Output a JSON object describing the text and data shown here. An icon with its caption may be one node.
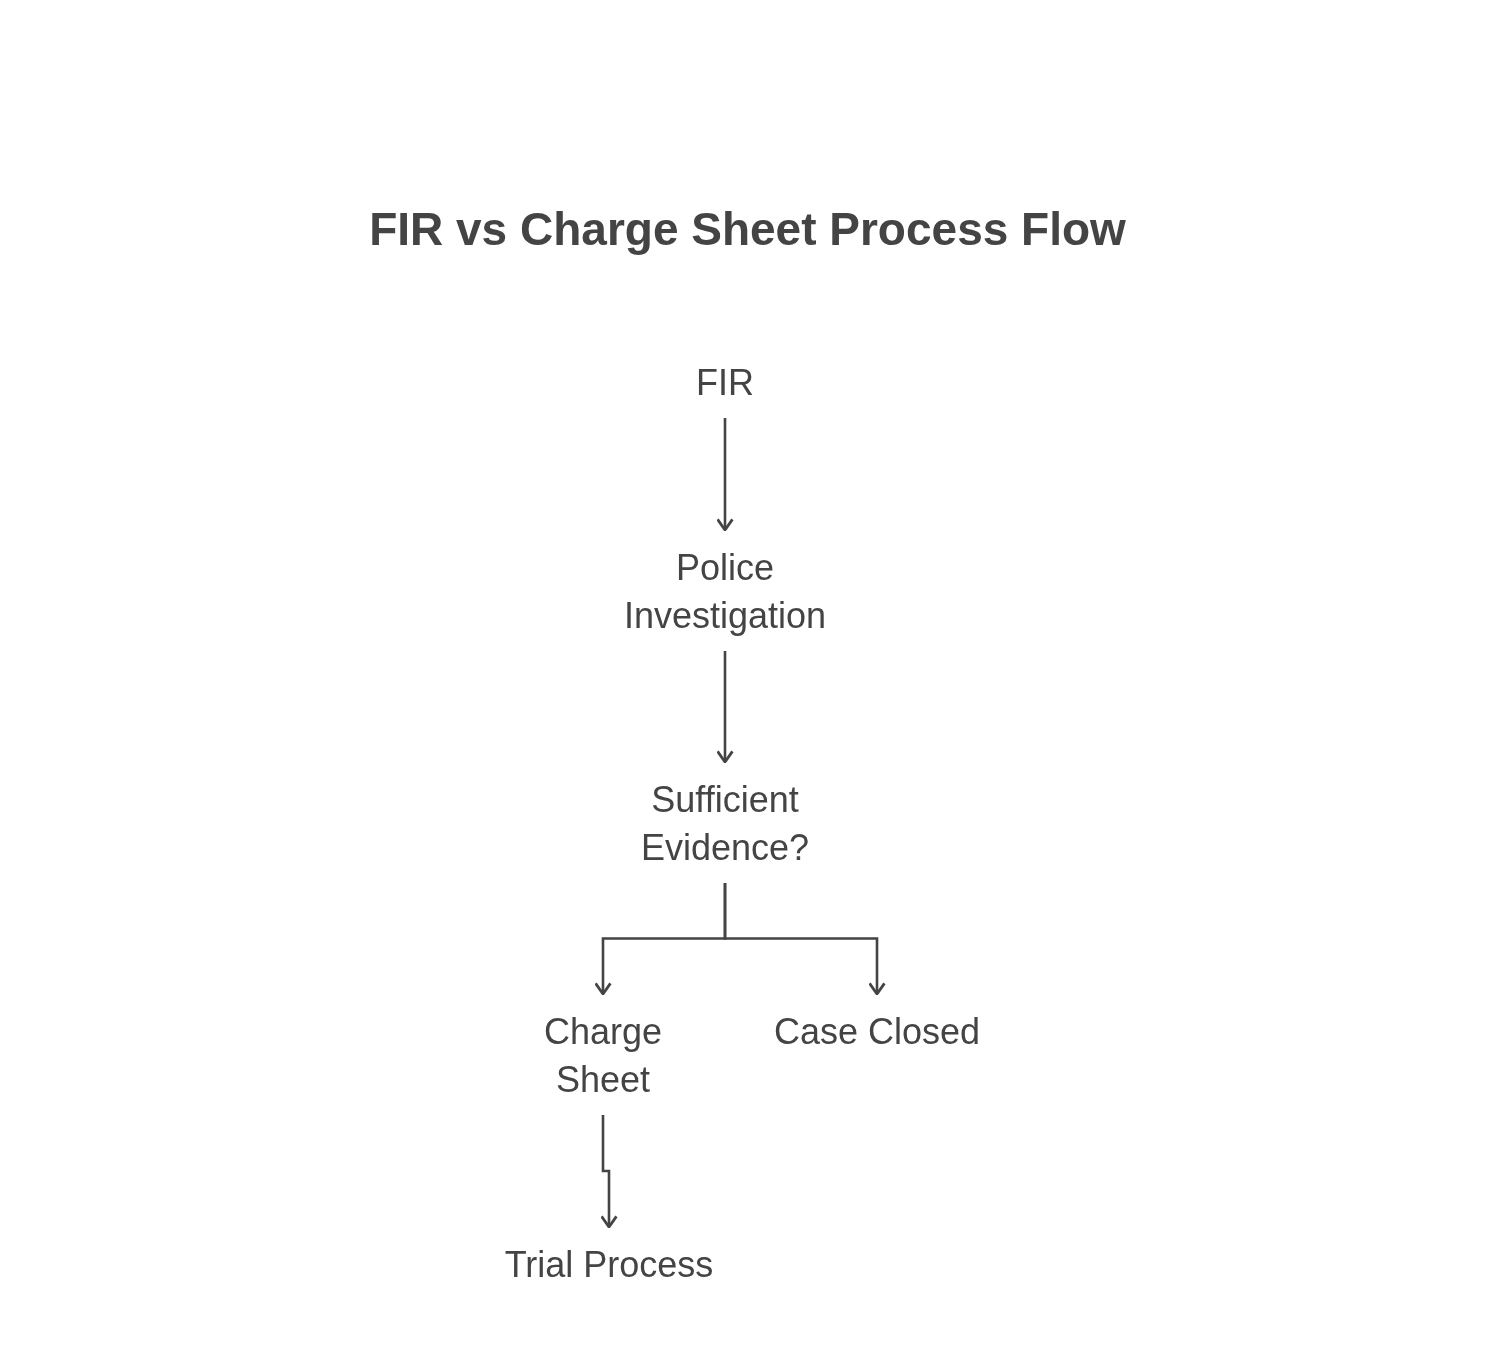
{
  "diagram": {
    "title": "FIR vs Charge Sheet Process Flow",
    "nodes": [
      {
        "text": [
          "FIR"
        ]
      },
      {
        "text": [
          "Police Investigation"
        ]
      },
      {
        "text": [
          "Sufficient Evidence?"
        ]
      },
      {
        "text": [
          "Charge Sheet"
        ]
      },
      {
        "text": [
          "Case Closed"
        ]
      },
      {
        "text": [
          "Trial Process"
        ]
      }
    ],
    "edges": [
      {
        "from": 0,
        "to": 1,
        "arrow": "to"
      },
      {
        "from": 1,
        "to": 2,
        "arrow": "to"
      },
      {
        "from": 2,
        "to": 3,
        "arrow": "to"
      },
      {
        "from": 2,
        "to": 4,
        "arrow": "to"
      },
      {
        "from": 3,
        "to": 5,
        "arrow": "to"
      }
    ]
  }
}
